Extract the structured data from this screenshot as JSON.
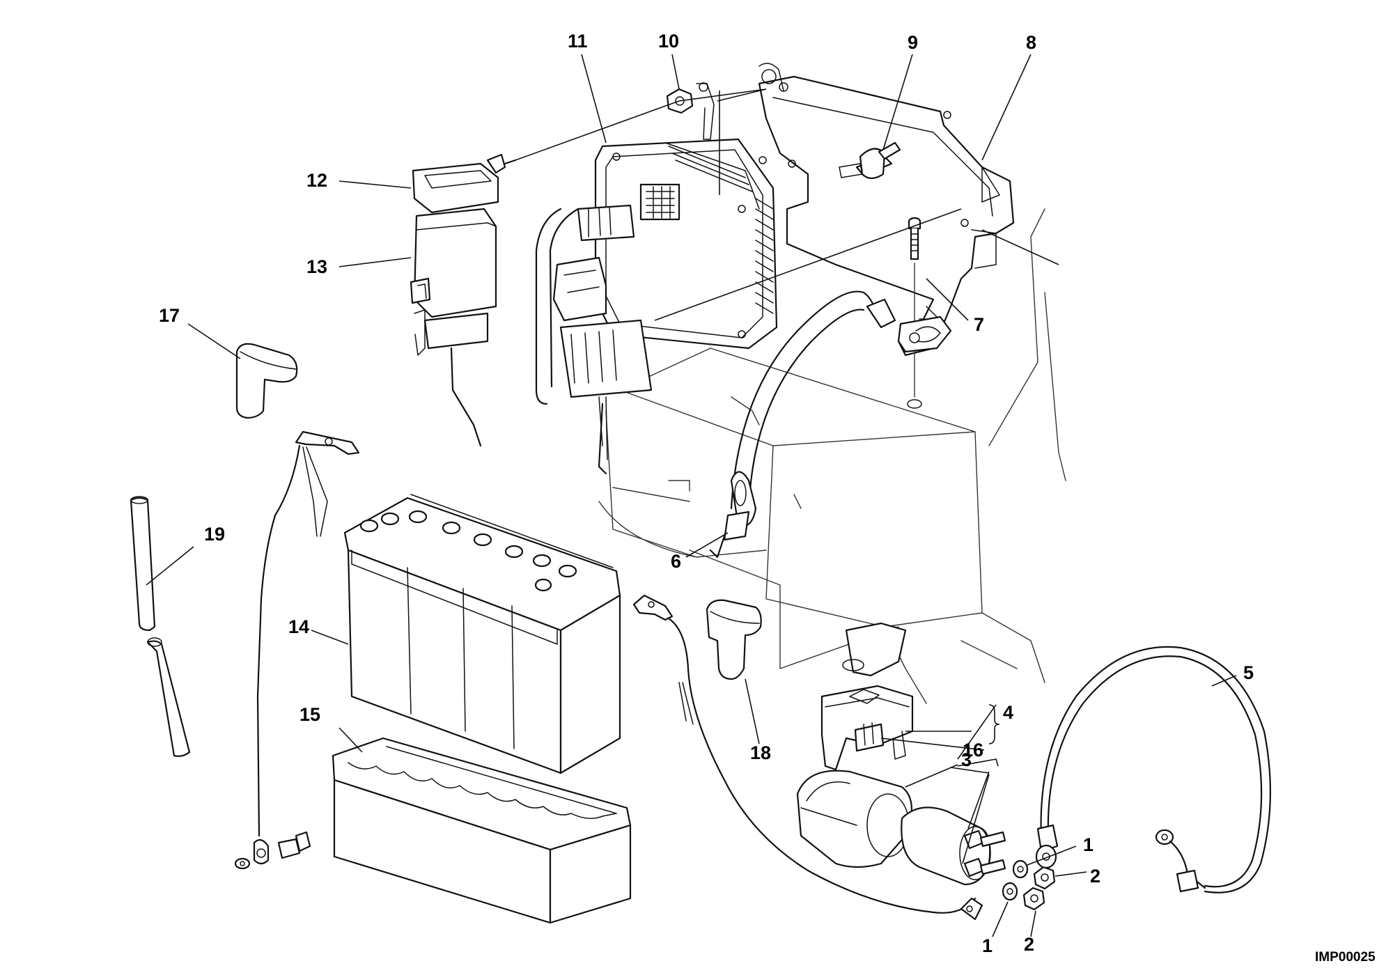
{
  "drawing_code": "IMP00025",
  "callouts": {
    "c1a": "1",
    "c1b": "1",
    "c2a": "2",
    "c2b": "2",
    "c3": "3",
    "c4": "4",
    "c5": "5",
    "c6": "6",
    "c7": "7",
    "c8": "8",
    "c9": "9",
    "c10": "10",
    "c11": "11",
    "c12": "12",
    "c13": "13",
    "c14": "14",
    "c15": "15",
    "c16": "16",
    "c17": "17",
    "c18": "18",
    "c19": "19"
  }
}
